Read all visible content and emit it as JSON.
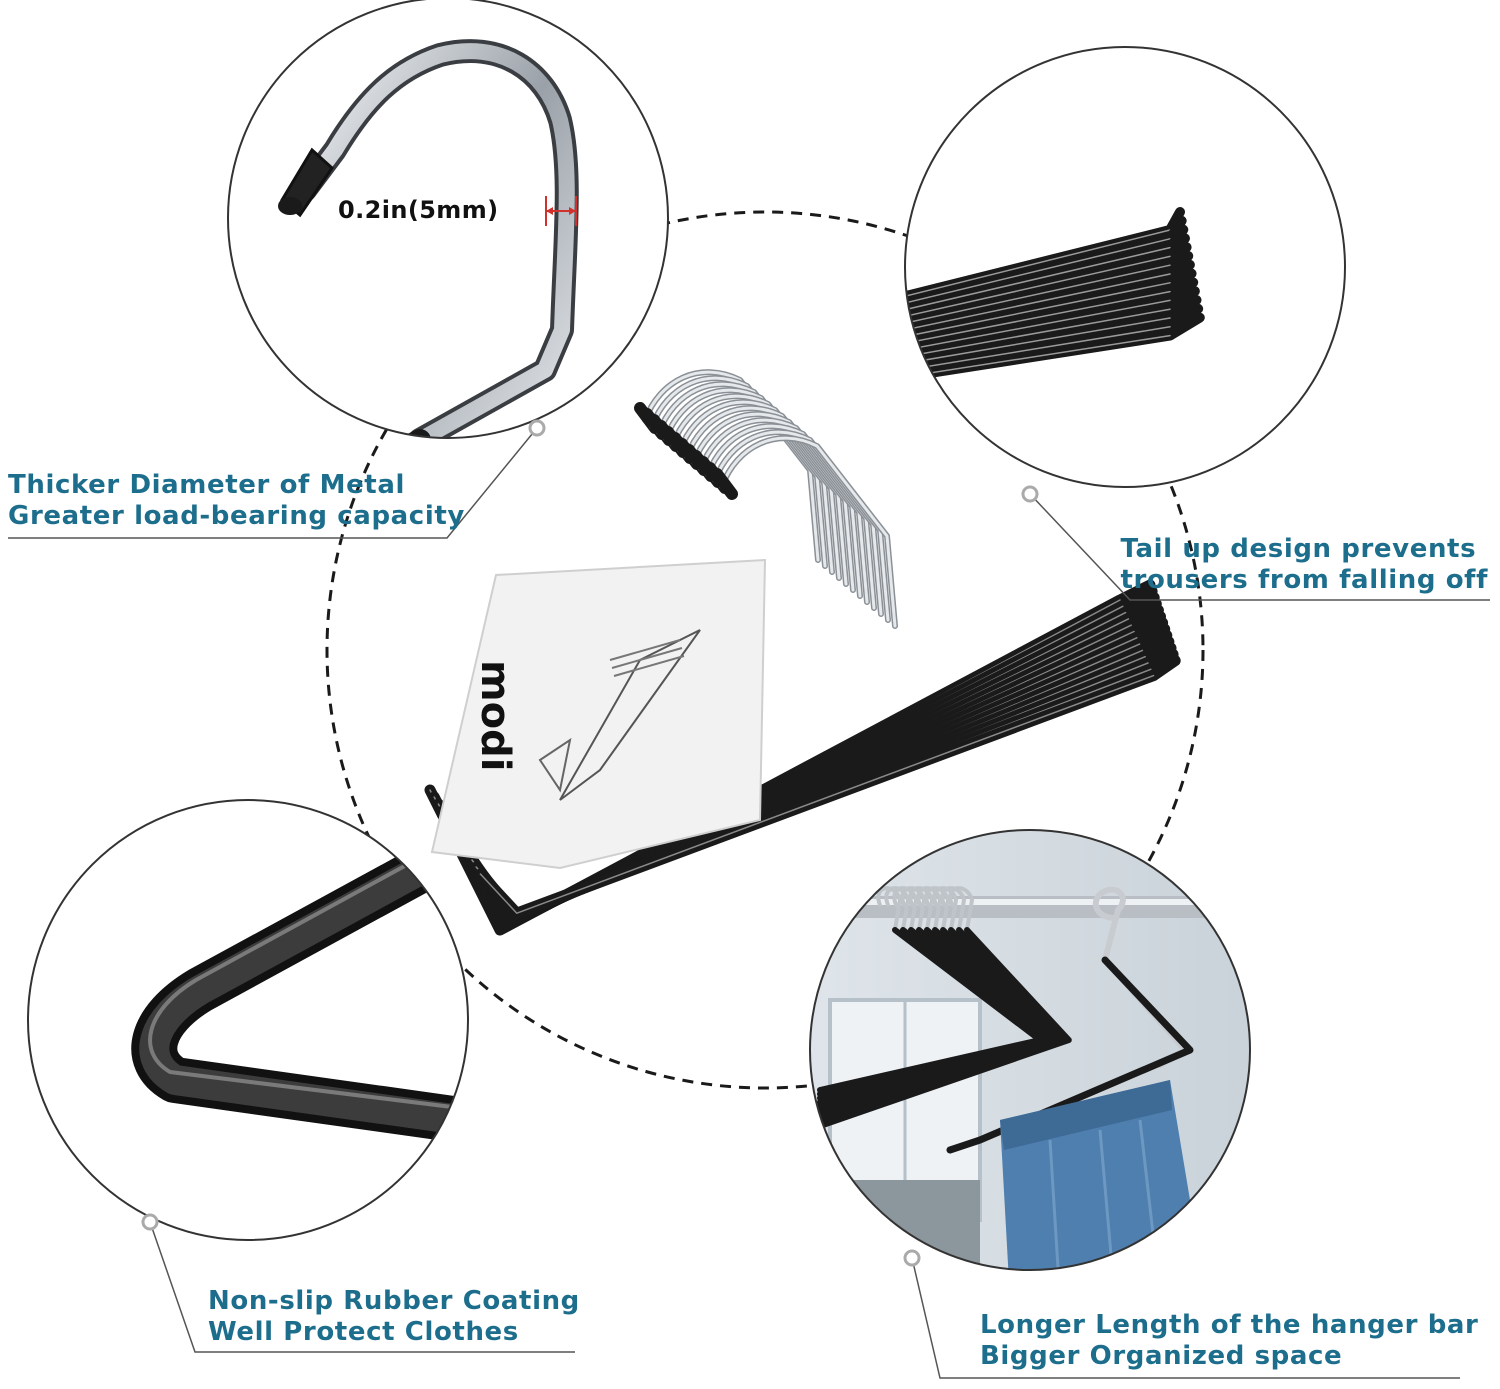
{
  "colors": {
    "callout_text": "#1d6e8c",
    "hanger_black": "#1a1a1a",
    "chrome": "#c9ced3",
    "circle_outline": "#333333",
    "dashed_ring": "#1a1a1a",
    "measure_red": "#d0312d",
    "jeans_blue": "#4f7fae"
  },
  "measurement": {
    "label": "0.2in(5mm)"
  },
  "brand_label": "modi",
  "callouts": {
    "diameter": {
      "line1": "Thicker Diameter of Metal",
      "line2": "Greater load-bearing capacity"
    },
    "tail": {
      "line1": "Tail up design prevents",
      "line2": "trousers from falling off"
    },
    "coating": {
      "line1": "Non-slip Rubber Coating",
      "line2": "Well Protect Clothes"
    },
    "length": {
      "line1": "Longer Length of the hanger bar",
      "line2": "Bigger Organized space"
    }
  },
  "icons": {
    "hook_detail": "hook-closeup-icon",
    "tail_detail": "tail-bars-icon",
    "corner_detail": "rubber-corner-icon",
    "rack_detail": "hanging-jeans-icon",
    "product": "hanger-stack-icon"
  }
}
